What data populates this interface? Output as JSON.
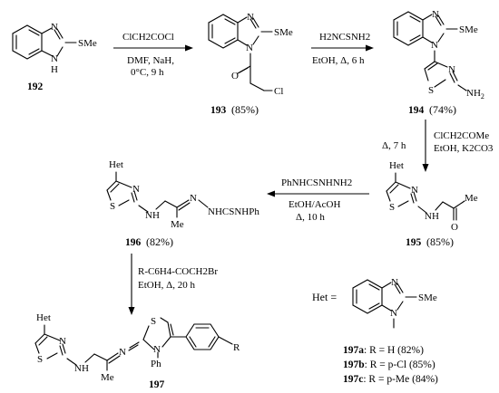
{
  "compounds": {
    "c192": {
      "label": "192",
      "yield": ""
    },
    "c193": {
      "label": "193",
      "yield": "(85%)"
    },
    "c194": {
      "label": "194",
      "yield": "(74%)"
    },
    "c195": {
      "label": "195",
      "yield": "(85%)"
    },
    "c196": {
      "label": "196",
      "yield": "(82%)"
    },
    "c197": {
      "label": "197",
      "yield": ""
    }
  },
  "atoms": {
    "N": "N",
    "NH": "N",
    "H": "H",
    "S": "S",
    "SMe": "SMe",
    "O": "O",
    "Cl": "Cl",
    "NH2": "NH",
    "sub2": "2",
    "Het": "Het",
    "Me": "Me",
    "NHCSNHPh": "NHCSNHPh",
    "Ph": "Ph",
    "R": "R",
    "HetEq": "Het ="
  },
  "steps": {
    "step1": {
      "line1": "ClCH2COCl",
      "line2": "DMF, NaH,",
      "line3": "0°C, 9 h"
    },
    "step2": {
      "line1": "H2NCSNH2",
      "line2": "EtOH, Δ, 6 h"
    },
    "step3": {
      "line1": "Δ, 7 h",
      "line2": "ClCH2COMe",
      "line3": "EtOH, K2CO3"
    },
    "step4": {
      "line1": "PhNHCSNHNH2",
      "line2": "EtOH/AcOH",
      "line3": "Δ, 10 h"
    },
    "step5": {
      "line1": "R-C6H4-COCH2Br",
      "line2": "EtOH, Δ, 20 h"
    }
  },
  "variants": [
    {
      "id": "197a",
      "text": ": R = H (82%)"
    },
    {
      "id": "197b",
      "text": ": R = p-Cl (85%)"
    },
    {
      "id": "197c",
      "text": ": R = p-Me (84%)"
    }
  ]
}
